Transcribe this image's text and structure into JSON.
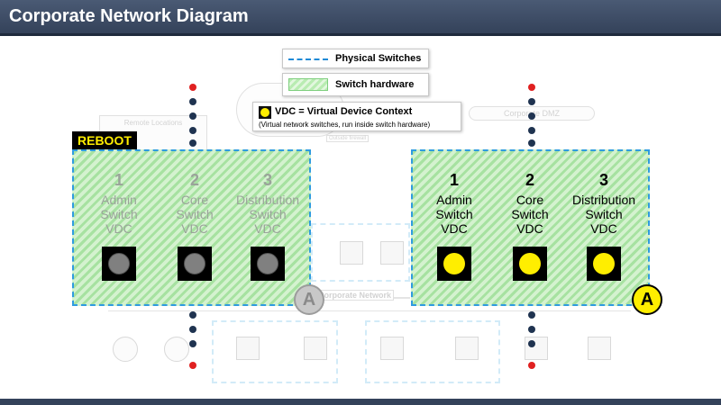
{
  "title": "Corporate Network Diagram",
  "legend": {
    "physical_switches": "Physical Switches",
    "switch_hardware": "Switch hardware",
    "vdc_title": "VDC = Virtual  Device Context",
    "vdc_subtitle": "(Virtual network switches, run inside switch hardware)"
  },
  "background": {
    "remote_locations": "Remote Locations",
    "corporate_dmz": "Corporate DMZ",
    "outside_firewall": "Outside firewall",
    "corporate_network": "Corporate Network"
  },
  "left_hardware": {
    "reboot_label": "REBOOT",
    "badge": "A",
    "vdcs": [
      {
        "number": "1",
        "label": "Admin\nSwitch\nVDC"
      },
      {
        "number": "2",
        "label": "Core\nSwitch\nVDC"
      },
      {
        "number": "3",
        "label": "Distribution\nSwitch\nVDC"
      }
    ]
  },
  "right_hardware": {
    "badge": "A",
    "vdcs": [
      {
        "number": "1",
        "label": "Admin\nSwitch\nVDC"
      },
      {
        "number": "2",
        "label": "Core\nSwitch\nVDC"
      },
      {
        "number": "3",
        "label": "Distribution\nSwitch\nVDC"
      }
    ]
  },
  "colors": {
    "title_bar": "#3c4a63",
    "dash_blue": "#2f9be0",
    "hatch_green": "#a7e2a1",
    "vdc_active": "#ffee00",
    "vdc_inactive": "#808080",
    "dot_red": "#e02020",
    "dot_navy": "#1f3350"
  }
}
